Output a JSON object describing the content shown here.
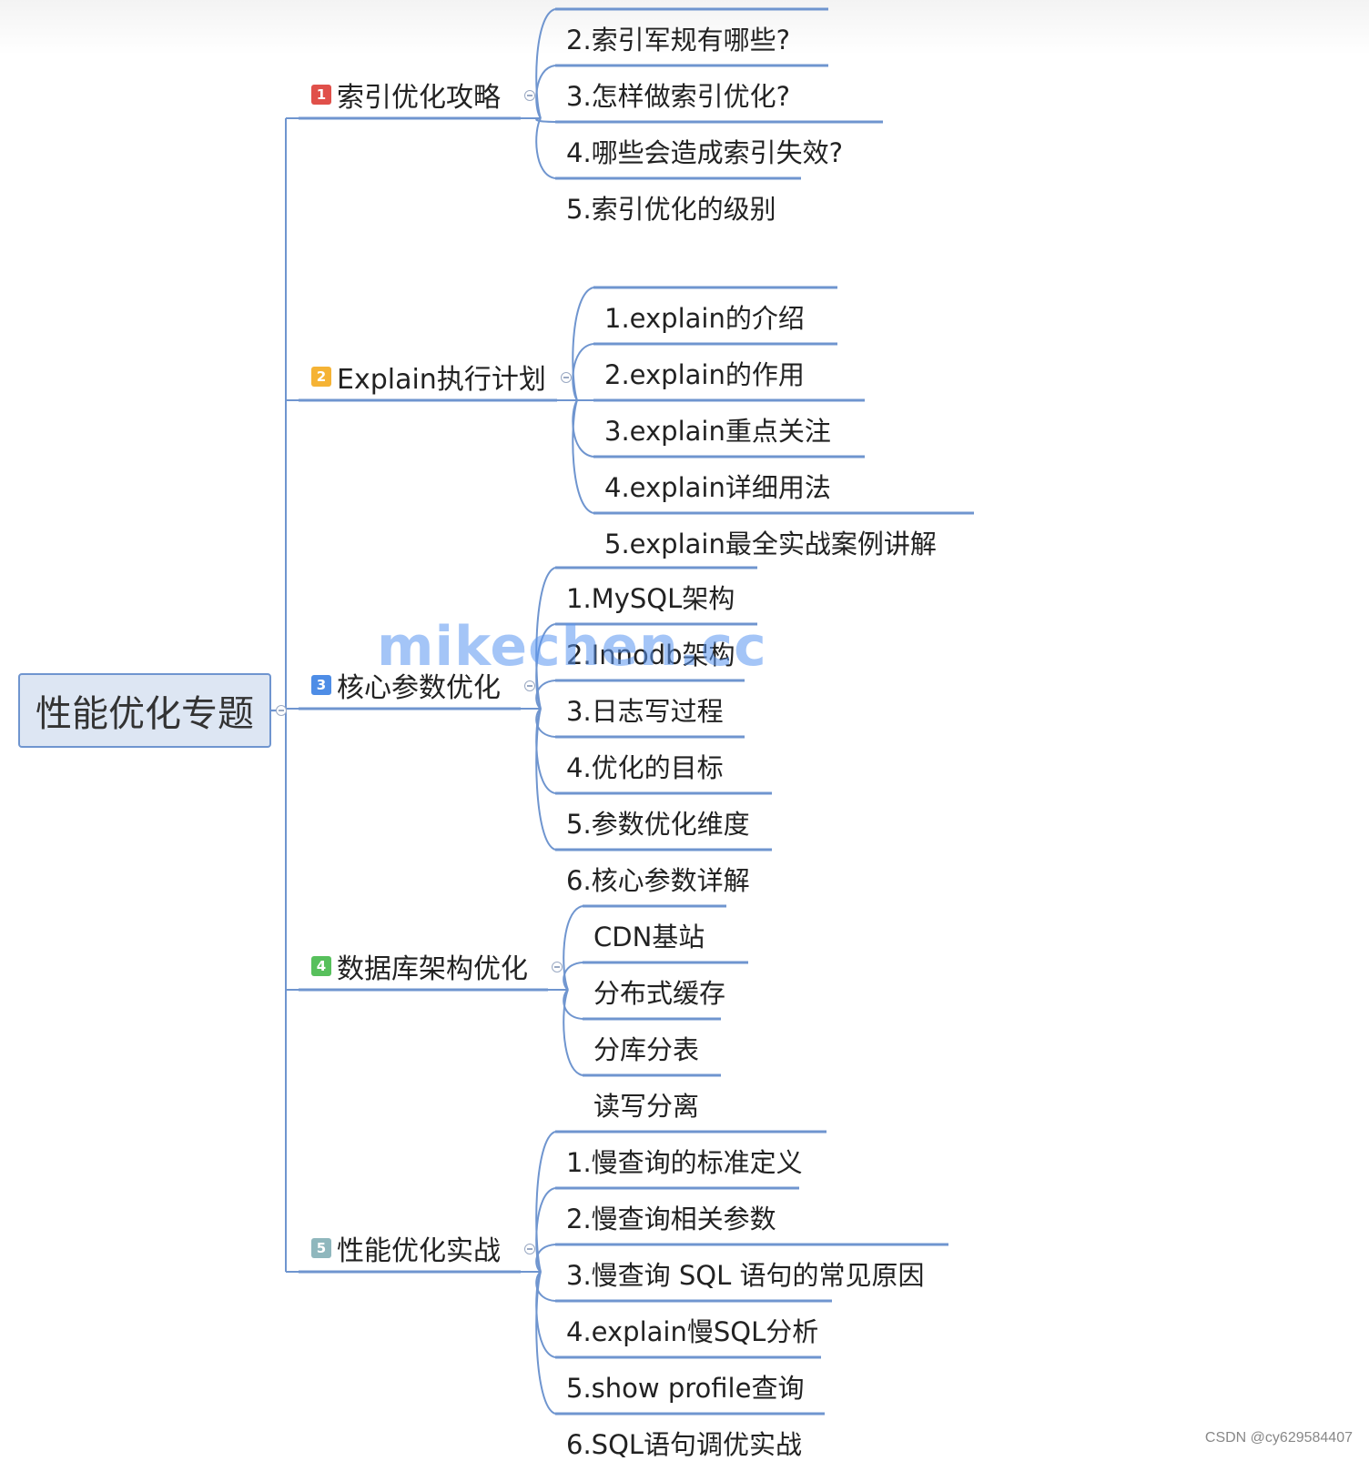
{
  "root": {
    "label": "性能优化专题"
  },
  "branches": [
    {
      "index": "1",
      "label": "索引优化攻略",
      "color": "#e0504a",
      "children": [
        "2.索引军规有哪些?",
        "3.怎样做索引优化?",
        "4.哪些会造成索引失效?",
        "5.索引优化的级别"
      ]
    },
    {
      "index": "2",
      "label": "Explain执行计划",
      "color": "#f5b335",
      "children": [
        "1.explain的介绍",
        "2.explain的作用",
        "3.explain重点关注",
        "4.explain详细用法",
        "5.explain最全实战案例讲解"
      ]
    },
    {
      "index": "3",
      "label": "核心参数优化",
      "color": "#4e8de6",
      "children": [
        "1.MySQL架构",
        "2.Innodb架构",
        "3.日志写过程",
        "4.优化的目标",
        "5.参数优化维度",
        "6.核心参数详解"
      ]
    },
    {
      "index": "4",
      "label": "数据库架构优化",
      "color": "#57c05c",
      "children": [
        "CDN基站",
        "分布式缓存",
        "分库分表",
        "读写分离"
      ]
    },
    {
      "index": "5",
      "label": "性能优化实战",
      "color": "#8fb7bd",
      "children": [
        "1.慢查询的标准定义",
        "2.慢查询相关参数",
        "3.慢查询 SQL 语句的常见原因",
        "4.explain慢SQL分析",
        "5.show profile查询",
        "6.SQL语句调优实战"
      ]
    }
  ],
  "watermark": "mikechen.cc",
  "credit": "CSDN @cy629584407"
}
